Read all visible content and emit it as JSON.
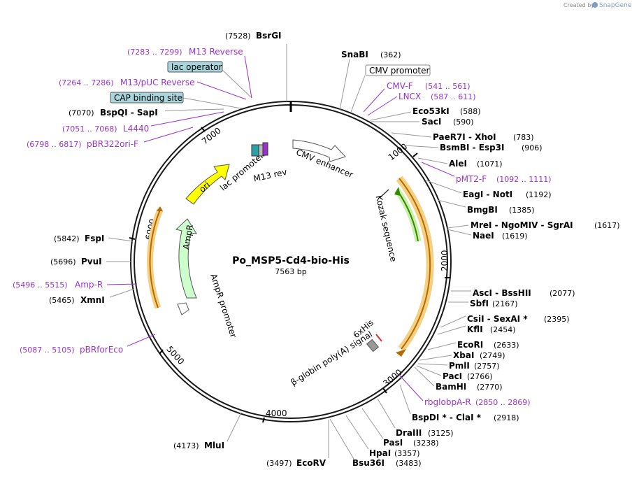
{
  "credit": {
    "prefix": "Created by",
    "brand": "SnapGene"
  },
  "plasmid": {
    "name": "Po_MSP5-Cd4-bio-His",
    "length": "7563 bp"
  },
  "ticks": [
    "1000",
    "2000",
    "3000",
    "4000",
    "5000",
    "6000",
    "7000"
  ],
  "features": {
    "cmv_enhancer": "CMV enhancer",
    "kozak": "Kozak sequence",
    "his": "6xHis",
    "globin": "β-globin poly(A) signal",
    "ampr_promoter": "AmpR promoter",
    "ampr": "AmpR",
    "ori": "ori",
    "lac_promoter": "lac promoter",
    "m13rev": "M13 rev"
  },
  "boxed_labels": {
    "cmv_promoter": "CMV promoter",
    "lac_operator": "lac operator",
    "cap_site": "CAP binding site"
  },
  "sites": {
    "bsrgi": {
      "name": "BsrGI",
      "pos": "(7528)"
    },
    "snabi": {
      "name": "SnaBI",
      "pos": "(362)"
    },
    "eco53ki": {
      "name": "Eco53kI",
      "pos": "(588)"
    },
    "saci": {
      "name": "SacI",
      "pos": "(590)"
    },
    "paer7i": {
      "name": "PaeR7I - XhoI",
      "pos": "(783)"
    },
    "bsmbi": {
      "name": "BsmBI - Esp3I",
      "pos": "(906)"
    },
    "alei": {
      "name": "AleI",
      "pos": "(1071)"
    },
    "eagi": {
      "name": "EagI - NotI",
      "pos": "(1192)"
    },
    "bmgbi": {
      "name": "BmgBI",
      "pos": "(1385)"
    },
    "mrei": {
      "name": "MreI - NgoMIV - SgrAI",
      "pos": "(1617)"
    },
    "naei": {
      "name": "NaeI",
      "pos": "(1619)"
    },
    "asci": {
      "name": "AscI - BssHII",
      "pos": "(2077)"
    },
    "sbfi": {
      "name": "SbfI",
      "pos": "(2167)"
    },
    "csii": {
      "name": "CsiI - SexAI *",
      "pos": "(2395)"
    },
    "kfli": {
      "name": "KflI",
      "pos": "(2454)"
    },
    "ecori": {
      "name": "EcoRI",
      "pos": "(2633)"
    },
    "xbai": {
      "name": "XbaI",
      "pos": "(2749)"
    },
    "pmli": {
      "name": "PmlI",
      "pos": "(2757)"
    },
    "paci": {
      "name": "PacI",
      "pos": "(2766)"
    },
    "bamhi": {
      "name": "BamHI",
      "pos": "(2770)"
    },
    "bspdi": {
      "name": "BspDI * - ClaI *",
      "pos": "(2918)"
    },
    "draiii": {
      "name": "DraIII",
      "pos": "(3125)"
    },
    "pasi": {
      "name": "PasI",
      "pos": "(3238)"
    },
    "hpai": {
      "name": "HpaI",
      "pos": "(3357)"
    },
    "bsu36i": {
      "name": "Bsu36I",
      "pos": "(3483)"
    },
    "ecorv": {
      "name": "EcoRV",
      "pos": "(3497)"
    },
    "mlui": {
      "name": "MluI",
      "pos": "(4173)"
    },
    "xmni": {
      "name": "XmnI",
      "pos": "(5465)"
    },
    "pvui": {
      "name": "PvuI",
      "pos": "(5696)"
    },
    "fspi": {
      "name": "FspI",
      "pos": "(5842)"
    },
    "bspqi": {
      "name": "BspQI - SapI",
      "pos": "(7070)"
    }
  },
  "primers": {
    "m13reverse": {
      "name": "M13 Reverse",
      "pos": "(7283 .. 7299)"
    },
    "m13puc": {
      "name": "M13/pUC Reverse",
      "pos": "(7264 .. 7286)"
    },
    "l4440": {
      "name": "L4440",
      "pos": "(7051 .. 7068)"
    },
    "pbr322ori": {
      "name": "pBR322ori-F",
      "pos": "(6798 .. 6817)"
    },
    "cmvf": {
      "name": "CMV-F",
      "pos": "(541 .. 561)"
    },
    "lncx": {
      "name": "LNCX",
      "pos": "(587 .. 611)"
    },
    "pmt2f": {
      "name": "pMT2-F",
      "pos": "(1092 .. 1111)"
    },
    "rbglobpa": {
      "name": "rbglobpA-R",
      "pos": "(2850 .. 2869)"
    },
    "ampr_primer": {
      "name": "Amp-R",
      "pos": "(5496 .. 5515)"
    },
    "pbrforeco": {
      "name": "pBRforEco",
      "pos": "(5087 .. 5105)"
    }
  },
  "colors": {
    "backbone": "#1a1a1a",
    "ori": "#ffff00",
    "ampr": "#ccffcc",
    "orf_orange": "#cc7a00",
    "orf_green": "#339900",
    "primer": "#9933cc",
    "boxed_label": "#a9d5dd"
  }
}
